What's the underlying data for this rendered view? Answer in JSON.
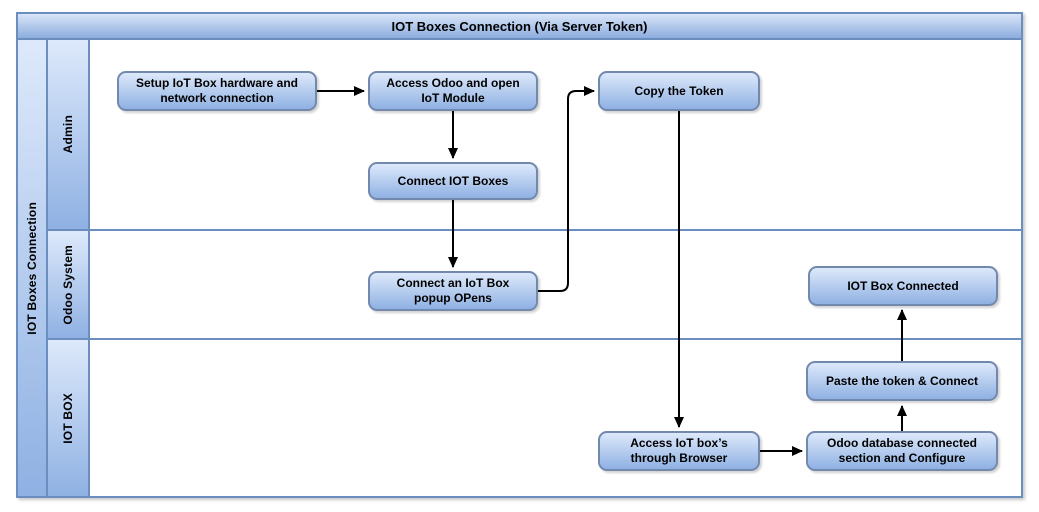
{
  "diagram": {
    "type": "swimlane-flowchart",
    "title": "IOT Boxes Connection (Via Server Token)",
    "pool_label": "IOT Boxes Connection",
    "lanes": [
      {
        "id": "admin",
        "label": "Admin"
      },
      {
        "id": "odoo-system",
        "label": "Odoo System"
      },
      {
        "id": "iot-box",
        "label": "IOT BOX"
      }
    ],
    "nodes": [
      {
        "id": "setup",
        "lane": "Admin",
        "label": "Setup IoT Box hardware and\nnetwork connection"
      },
      {
        "id": "access-odoo",
        "lane": "Admin",
        "label": "Access Odoo and open\nIoT Module"
      },
      {
        "id": "copy-token",
        "lane": "Admin",
        "label": "Copy the Token"
      },
      {
        "id": "connect-iot-boxes",
        "lane": "Admin",
        "label": "Connect IOT Boxes"
      },
      {
        "id": "popup-opens",
        "lane": "Odoo System",
        "label": "Connect an IoT Box\npopup OPens"
      },
      {
        "id": "iot-box-connected",
        "lane": "Odoo System",
        "label": "IOT Box Connected"
      },
      {
        "id": "paste-token",
        "lane": "IOT BOX",
        "label": "Paste the token & Connect"
      },
      {
        "id": "access-browser",
        "lane": "IOT BOX",
        "label": "Access IoT box’s\nthrough Browser"
      },
      {
        "id": "odoo-db-section",
        "lane": "IOT BOX",
        "label": "Odoo database connected\nsection and Configure"
      }
    ],
    "edges": [
      {
        "from": "setup",
        "to": "access-odoo"
      },
      {
        "from": "access-odoo",
        "to": "connect-iot-boxes"
      },
      {
        "from": "connect-iot-boxes",
        "to": "popup-opens"
      },
      {
        "from": "popup-opens",
        "to": "copy-token"
      },
      {
        "from": "copy-token",
        "to": "access-browser"
      },
      {
        "from": "access-browser",
        "to": "odoo-db-section"
      },
      {
        "from": "odoo-db-section",
        "to": "paste-token"
      },
      {
        "from": "paste-token",
        "to": "iot-box-connected"
      }
    ],
    "colors": {
      "frame_border": "#6c8ebf",
      "header_fill_top": "#d9e5f8",
      "header_fill_bottom": "#8cadde",
      "cell_fill_top": "#dde9fb",
      "cell_fill_bottom": "#8fb1e3",
      "node_fill_top": "#dde9fb",
      "node_fill_bottom": "#8fb1e3",
      "node_border": "#7288ad",
      "arrow": "#000000",
      "text": "#000000"
    }
  }
}
